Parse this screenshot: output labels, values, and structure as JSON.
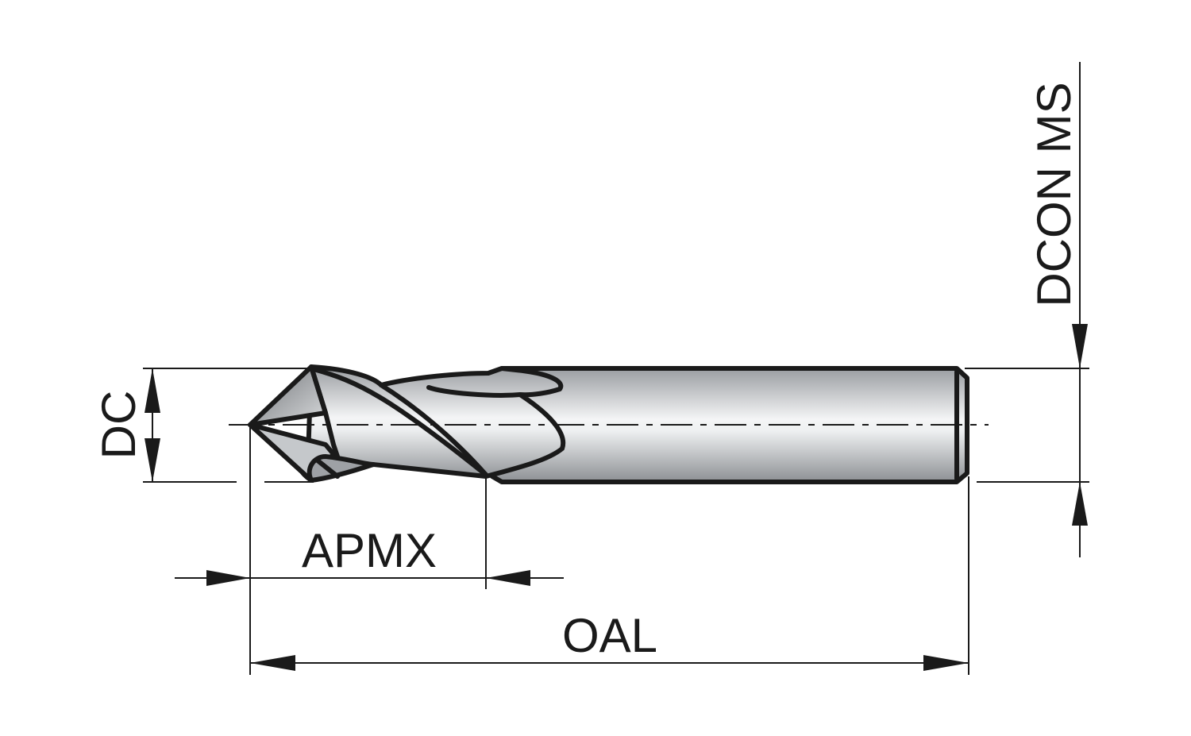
{
  "labels": {
    "dc": "DC",
    "apmx": "APMX",
    "oal": "OAL",
    "dcon_ms": "DCON MS"
  },
  "colors": {
    "ink": "#1a1a1a",
    "metal_light": "#f2f3f4",
    "metal_dark": "#8f9296"
  }
}
